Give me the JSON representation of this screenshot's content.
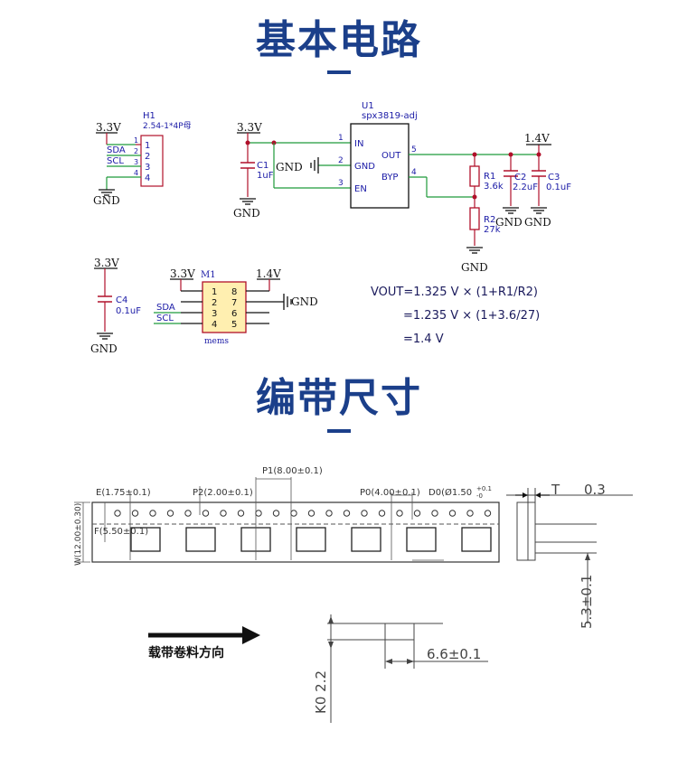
{
  "headings": {
    "circuit": "基本电路",
    "dimensions": "编带尺寸"
  },
  "colors": {
    "heading": "#1b3f8a",
    "wire_green": "#1f9a3a",
    "component_red": "#b0102a",
    "label_blue": "#1a1aa6",
    "ic_fill": "#ffefb0"
  },
  "schematic": {
    "h1": {
      "supply": "3.3V",
      "ref": "H1",
      "part": "2.54-1*4P母",
      "net_sda": "SDA",
      "net_scl": "SCL",
      "pins": [
        "1",
        "2",
        "3",
        "4"
      ],
      "ground": "GND"
    },
    "regulator": {
      "supply": "3.3V",
      "ref": "U1",
      "part": "spx3819-adj",
      "pin_in": "IN",
      "pin_gnd": "GND",
      "pin_en": "EN",
      "pin_out": "OUT",
      "pin_byp": "BYP",
      "num_in": "1",
      "num_gnd": "2",
      "num_en": "3",
      "num_byp": "4",
      "num_out": "5",
      "c1_ref": "C1",
      "c1_val": "1uF",
      "gnd_label": "GND",
      "c1_ground": "GND",
      "output_rail": "1.4V",
      "r1_ref": "R1",
      "r1_val": "3.6k",
      "r2_ref": "R2",
      "r2_val": "27k",
      "c2_ref": "C2",
      "c2_val": "2.2uF",
      "c3_ref": "C3",
      "c3_val": "0.1uF",
      "c2_ground": "GND",
      "c3_ground": "GND",
      "r2_ground": "GND"
    },
    "c4": {
      "supply": "3.3V",
      "ref": "C4",
      "val": "0.1uF",
      "ground": "GND"
    },
    "mems": {
      "supply": "3.3V",
      "ref": "M1",
      "rail": "1.4V",
      "part": "mems",
      "net_sda": "SDA",
      "net_scl": "SCL",
      "gnd_label": "GND",
      "left_pins": [
        "1",
        "2",
        "3",
        "4"
      ],
      "right_pins": [
        "8",
        "7",
        "6",
        "5"
      ]
    },
    "formula": [
      "VOUT=1.325 V × (1+R1/R2)",
      "=1.235 V × (1+3.6/27)",
      "=1.4 V"
    ]
  },
  "tape": {
    "e": "E(1.75±0.1)",
    "p2": "P2(2.00±0.1)",
    "p1": "P1(8.00±0.1)",
    "p0": "P0(4.00±0.1)",
    "d0": "D0(Ø1.50",
    "d0_tol_plus": "+0.1",
    "d0_tol_minus": "-0",
    "w": "W(12.00±0.30)",
    "f": "F(5.50±0.1)",
    "t_label": "T",
    "t_value": "0.3",
    "width_dim": "5.3±0.1",
    "direction": "载带卷料方向",
    "pocket_dim": "6.6±0.1",
    "k0": "K0 2.2"
  }
}
